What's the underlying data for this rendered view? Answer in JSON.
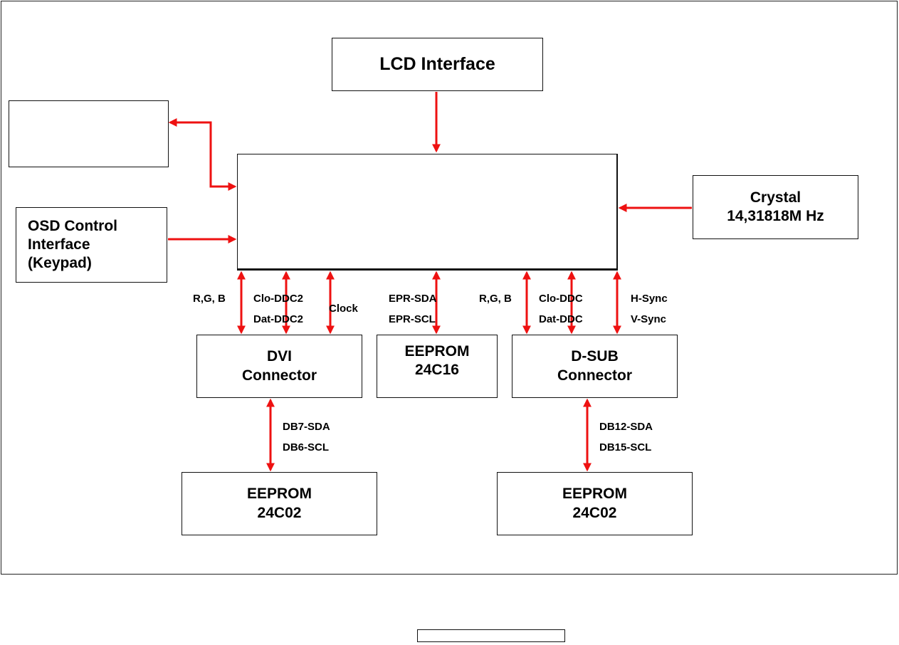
{
  "blocks": {
    "lcd_interface": "LCD Interface",
    "unlabeled_top_left": "",
    "main_scaler": "",
    "crystal": "Crystal\n14,31818M Hz",
    "osd_control": "OSD Control\nInterface\n(Keypad)",
    "dvi_connector": "DVI\nConnector",
    "eeprom_24c16": "EEPROM\n24C16",
    "dsub_connector": "D-SUB\nConnector",
    "eeprom_dvi": "EEPROM\n24C02",
    "eeprom_dsub": "EEPROM\n24C02"
  },
  "signals": {
    "dvi_rgb": "R,G, B",
    "dvi_clo": "Clo-DDC2",
    "dvi_dat": "Dat-DDC2",
    "dvi_clock": "Clock",
    "epr_sda": "EPR-SDA",
    "epr_scl": "EPR-SCL",
    "dsub_rgb": "R,G, B",
    "dsub_clo": "Clo-DDC",
    "dsub_dat": "Dat-DDC",
    "hsync": "H-Sync",
    "vsync": "V-Sync",
    "db7_sda": "DB7-SDA",
    "db6_scl": "DB6-SCL",
    "db12_sda": "DB12-SDA",
    "db15_scl": "DB15-SCL"
  },
  "caption": "",
  "colors": {
    "arrow": "#ee1111",
    "border": "#111111"
  }
}
